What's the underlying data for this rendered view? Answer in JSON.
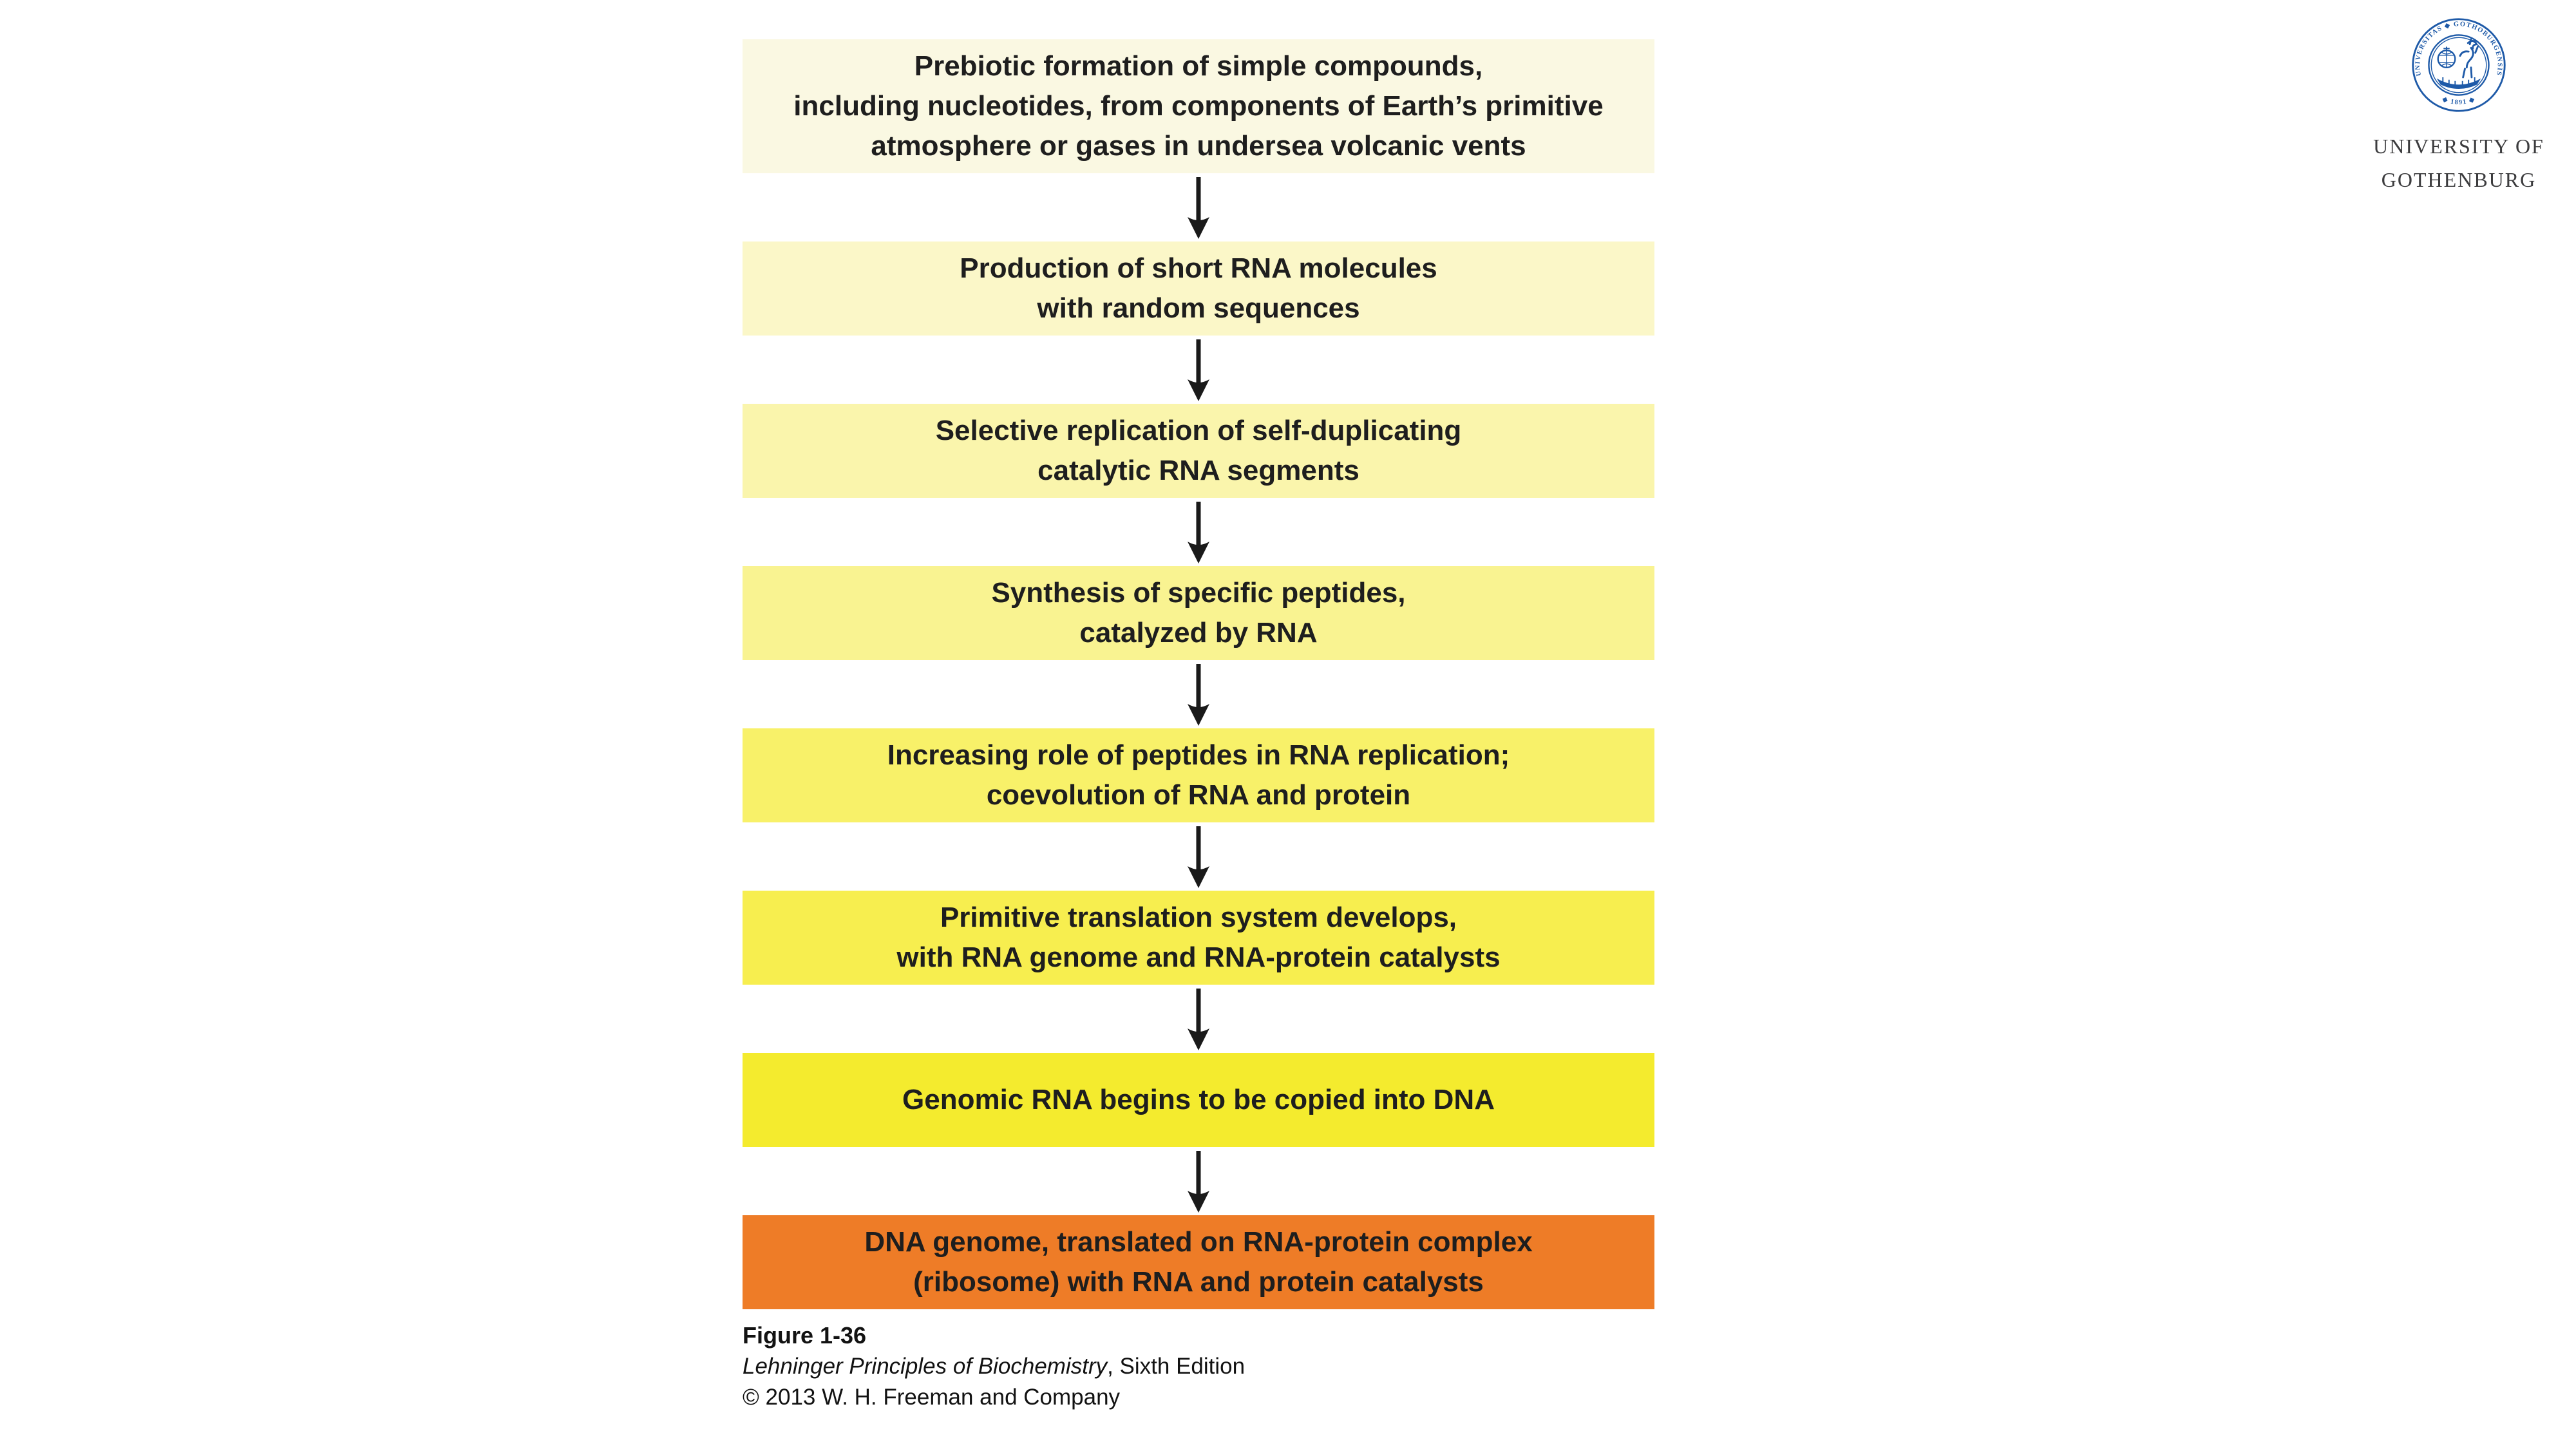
{
  "flowchart": {
    "text_color": "#1e1e1e",
    "arrow_color": "#1a1a1a",
    "steps": [
      {
        "bg": "#FAF8E2",
        "lines": [
          "Prebiotic formation of simple compounds,",
          "including nucleotides, from components of Earth’s primitive",
          "atmosphere or gases in undersea volcanic vents"
        ]
      },
      {
        "bg": "#FBF7C8",
        "lines": [
          "Production of short RNA molecules",
          "with random sequences"
        ]
      },
      {
        "bg": "#FAF5AC",
        "lines": [
          "Selective replication of self-duplicating",
          "catalytic RNA segments"
        ]
      },
      {
        "bg": "#F9F391",
        "lines": [
          "Synthesis of specific peptides,",
          "catalyzed by RNA"
        ]
      },
      {
        "bg": "#F8F169",
        "lines": [
          "Increasing role of peptides in RNA replication;",
          "coevolution of RNA and protein"
        ]
      },
      {
        "bg": "#F7EE4F",
        "lines": [
          "Primitive translation system develops,",
          "with RNA genome and RNA-protein catalysts"
        ]
      },
      {
        "bg": "#F4EB2E",
        "lines": [
          "Genomic RNA begins to be copied into DNA"
        ]
      },
      {
        "bg": "#EE7C27",
        "lines": [
          "DNA genome, translated on RNA-protein complex",
          "(ribosome) with RNA and protein catalysts"
        ]
      }
    ]
  },
  "caption": {
    "figure_label": "Figure 1-36",
    "book_title_italic": "Lehninger Principles of Biochemistry",
    "book_title_rest": ", Sixth Edition",
    "copyright": "© 2013 W. H. Freeman and Company"
  },
  "logo": {
    "seal_color": "#1E5AA8",
    "ring_text_top": "UNIVERSITAS ◆ GOTHOBURGENSIS",
    "ring_text_bottom": "◆ 1891 ◆",
    "line1": "UNIVERSITY OF",
    "line2": "GOTHENBURG",
    "text_color": "#3c3c3e"
  }
}
